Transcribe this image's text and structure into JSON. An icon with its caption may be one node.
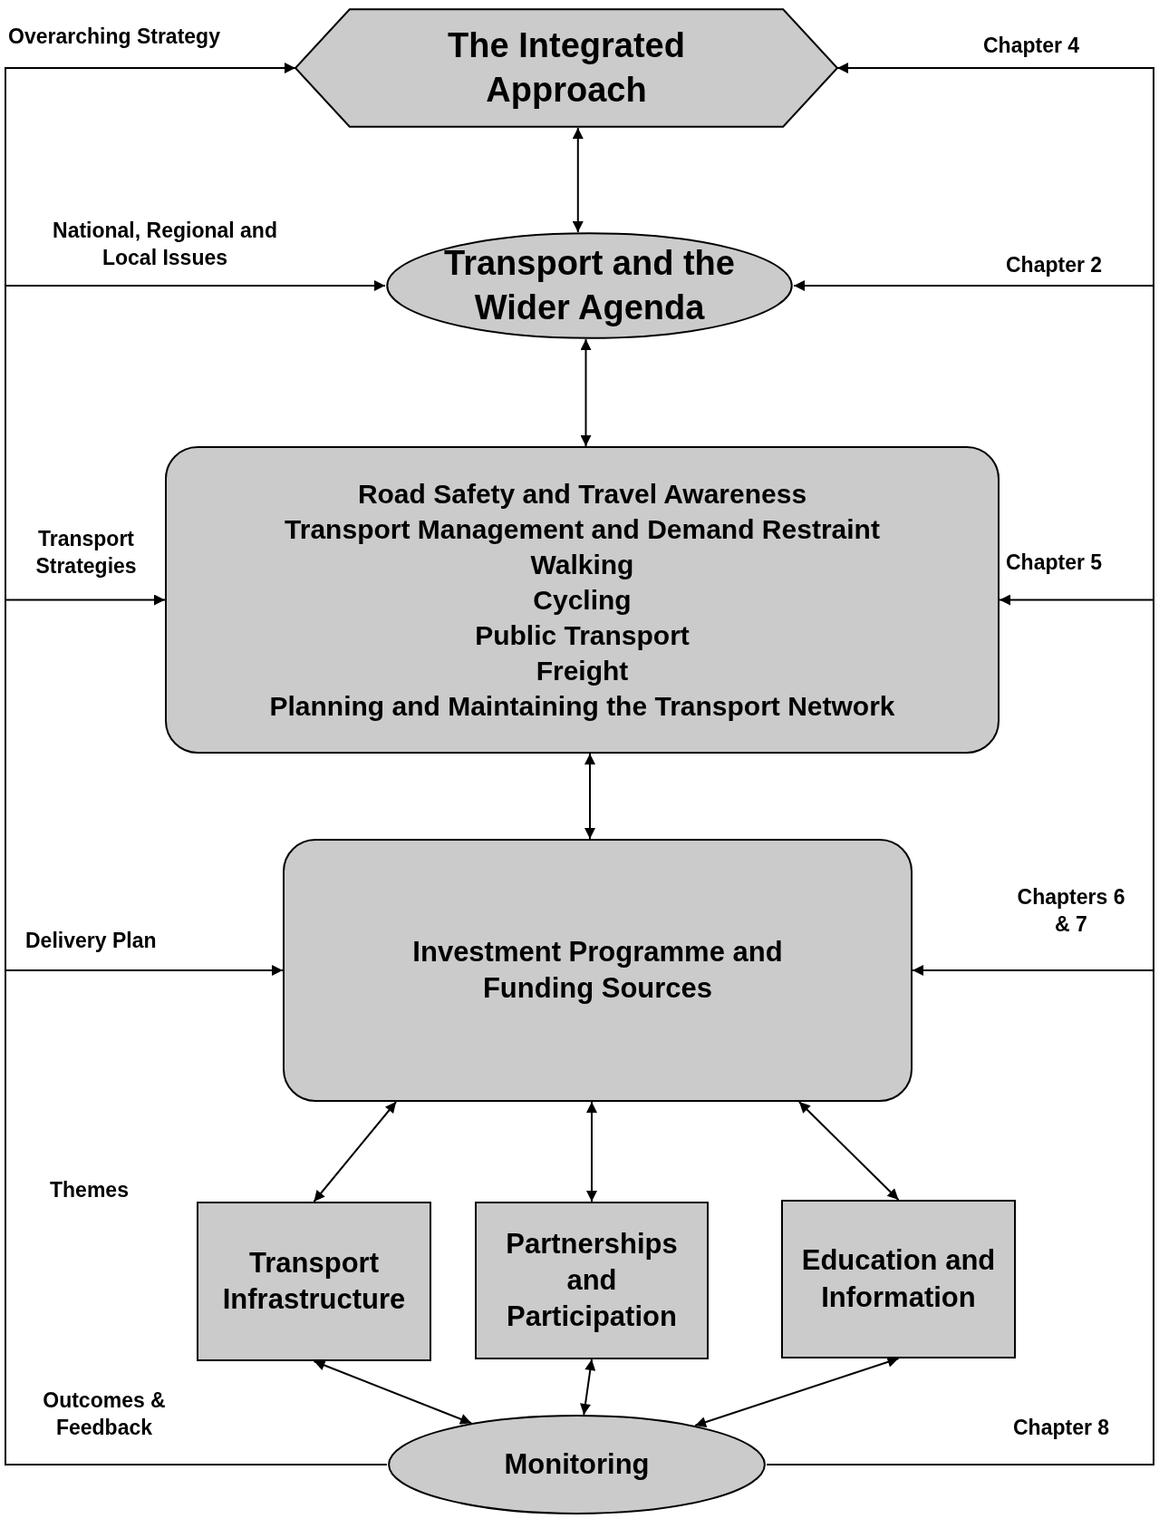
{
  "diagram": {
    "nodes": [
      {
        "text": [
          "The Integrated Approach"
        ]
      },
      {
        "text": [
          "Transport and the Wider Agenda"
        ]
      },
      {
        "text": [
          "Road Safety and Travel Awareness",
          "Transport Management and Demand Restraint",
          "Walking",
          "Cycling",
          "Public Transport",
          "Freight",
          "Planning and Maintaining the Transport Network"
        ]
      },
      {
        "text": [
          "Investment Programme and Funding Sources"
        ]
      },
      {
        "text": [
          "Transport Infrastructure"
        ]
      },
      {
        "text": [
          "Partnerships and Participation"
        ]
      },
      {
        "text": [
          "Education and Information"
        ]
      },
      {
        "text": [
          "Monitoring"
        ]
      }
    ],
    "edges": [
      {
        "from": 0,
        "to": 1,
        "arrow": "both"
      },
      {
        "from": 1,
        "to": 2,
        "arrow": "both"
      },
      {
        "from": 2,
        "to": 3,
        "arrow": "both"
      },
      {
        "from": 3,
        "to": 4,
        "arrow": "both"
      },
      {
        "from": 3,
        "to": 5,
        "arrow": "both"
      },
      {
        "from": 3,
        "to": 6,
        "arrow": "both"
      },
      {
        "from": 4,
        "to": 7,
        "arrow": "both"
      },
      {
        "from": 5,
        "to": 7,
        "arrow": "both"
      },
      {
        "from": 6,
        "to": 7,
        "arrow": "both"
      },
      {
        "from": 7,
        "to": 0,
        "arrow": "to"
      },
      {
        "from": 7,
        "to": 1,
        "arrow": "to"
      },
      {
        "from": 7,
        "to": 2,
        "arrow": "to"
      },
      {
        "from": 7,
        "to": 3,
        "arrow": "to"
      },
      {
        "from": 7,
        "to": 0,
        "arrow": "to"
      },
      {
        "from": 7,
        "to": 1,
        "arrow": "to"
      },
      {
        "from": 7,
        "to": 2,
        "arrow": "to"
      },
      {
        "from": 7,
        "to": 3,
        "arrow": "to"
      }
    ],
    "labels": [
      "Overarching Strategy",
      "Chapter 4",
      "National, Regional and Local Issues",
      "Chapter 2",
      "Transport Strategies",
      "Chapter 5",
      "Delivery Plan",
      "Chapters 6 & 7",
      "Themes",
      "Outcomes & Feedback",
      "Chapter 8"
    ]
  }
}
